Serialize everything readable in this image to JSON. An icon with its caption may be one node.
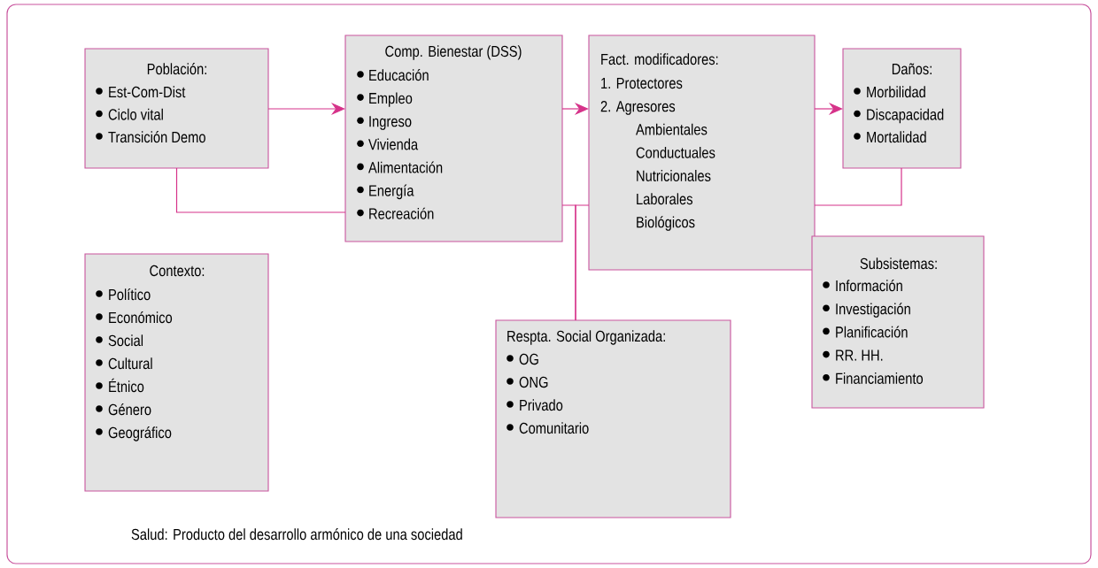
{
  "diagram": {
    "caption": "Salud: Producto del desarrollo armónico de una sociedad",
    "nodes": [
      {
        "text": [
          "Población:",
          "Est-Com-Dist",
          "Ciclo vital",
          "Transición Demo"
        ]
      },
      {
        "text": [
          "Comp. Bienestar (DSS)",
          "Educación",
          "Empleo",
          "Ingreso",
          "Vivienda",
          "Alimentación",
          "Energía",
          "Recreación"
        ]
      },
      {
        "text": [
          "Fact. modificadores:",
          "1. Protectores",
          "2. Agresores",
          "Ambientales",
          "Conductuales",
          "Nutricionales",
          "Laborales",
          "Biológicos"
        ]
      },
      {
        "text": [
          "Daños:",
          "Morbilidad",
          "Discapacidad",
          "Mortalidad"
        ]
      },
      {
        "text": [
          "Contexto:",
          "Político",
          "Económico",
          "Social",
          "Cultural",
          "Étnico",
          "Género",
          "Geográfico"
        ]
      },
      {
        "text": [
          "Respta. Social Organizada:",
          "OG",
          "ONG",
          "Privado",
          "Comunitario"
        ]
      },
      {
        "text": [
          "Subsistemas:",
          "Información",
          "Investigación",
          "Planificación",
          "RR. HH.",
          "Financiamiento"
        ]
      }
    ],
    "edges": [
      {
        "from": 0,
        "to": 1,
        "arrow": "to"
      },
      {
        "from": 1,
        "to": 2,
        "arrow": "to"
      },
      {
        "from": 2,
        "to": 3,
        "arrow": "to"
      },
      {
        "from": 0,
        "to": 1,
        "arrow": "none"
      },
      {
        "from": 3,
        "to": 2,
        "arrow": "none"
      },
      {
        "from": 1,
        "to": 5,
        "arrow": "none"
      },
      {
        "from": 2,
        "to": 5,
        "arrow": "none"
      }
    ]
  }
}
